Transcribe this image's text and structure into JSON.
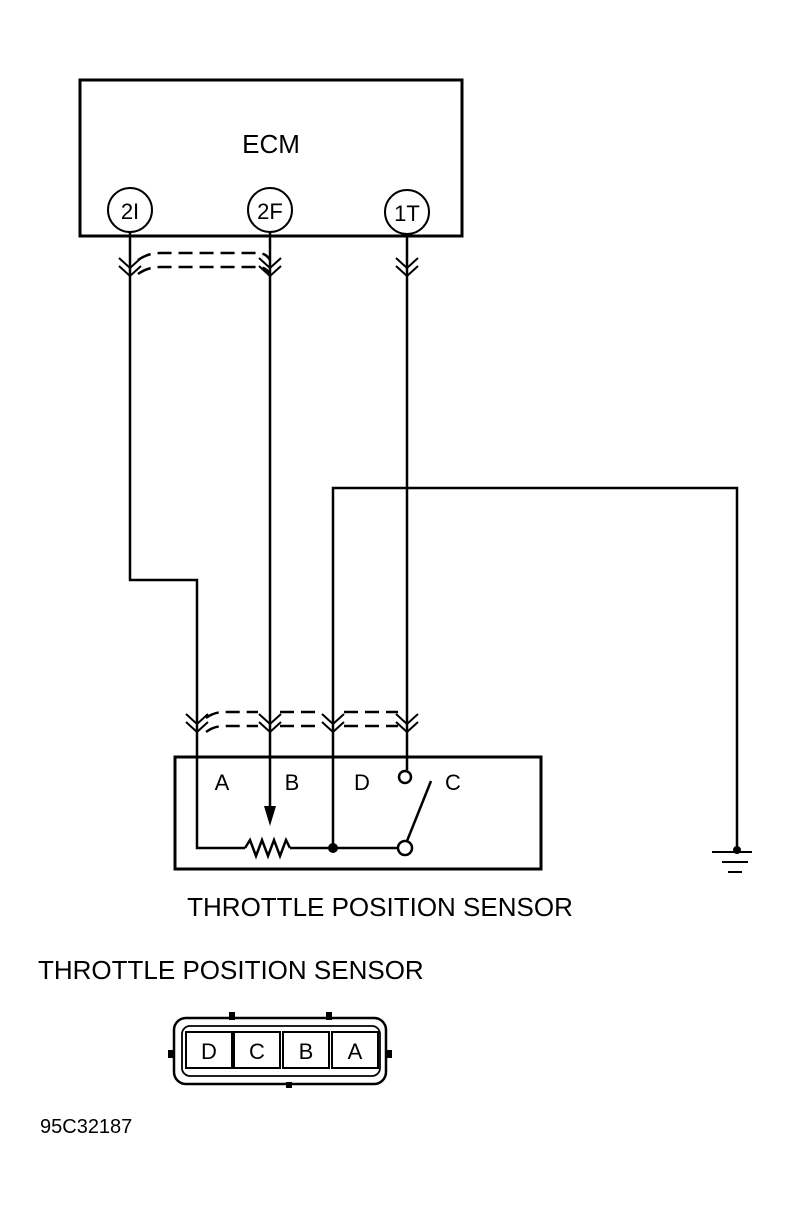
{
  "ecm": {
    "label": "ECM",
    "terminals": [
      "2I",
      "2F",
      "1T"
    ]
  },
  "sensor": {
    "terminals": [
      "A",
      "B",
      "D",
      "C"
    ],
    "caption": "THROTTLE POSITION SENSOR"
  },
  "connector": {
    "title": "THROTTLE POSITION SENSOR",
    "pins": [
      "D",
      "C",
      "B",
      "A"
    ]
  },
  "figure_id": "95C32187",
  "icons": [
    "ground-icon",
    "variable-resistor-icon",
    "switch-icon",
    "connector-chevron-icon"
  ]
}
